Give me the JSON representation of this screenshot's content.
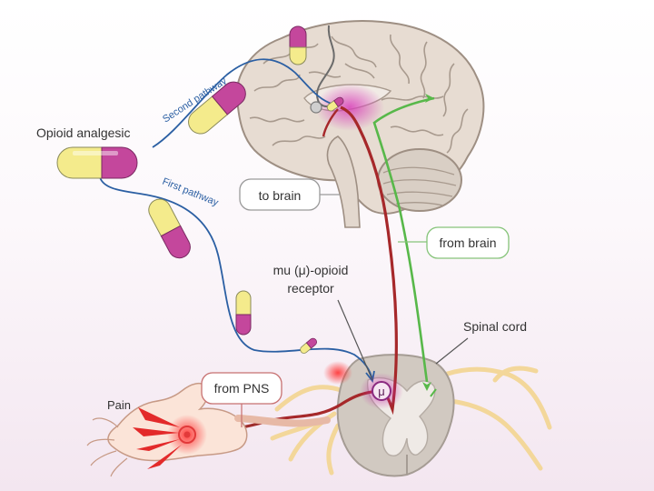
{
  "labels": {
    "opioid_analgesic": "Opioid analgesic",
    "second_pathway": "Second pathway",
    "first_pathway": "First pathway",
    "to_brain": "to brain",
    "from_brain": "from brain",
    "receptor_line1": "mu (μ)-opioid",
    "receptor_line2": "receptor",
    "receptor_symbol": "μ",
    "spinal_cord": "Spinal cord",
    "pain": "Pain",
    "from_pns": "from PNS"
  },
  "colors": {
    "pathway_blue": "#2b5fa3",
    "ascending_red": "#a6282a",
    "descending_green": "#58b84a",
    "box_border_grey": "#9a9a9a",
    "box_border_green": "#86c47a",
    "box_border_red": "#c77070",
    "capsule_yellow": "#f4eb8c",
    "capsule_magenta": "#c4479c",
    "brain_fill": "#e6dcd3",
    "cord_grey": "#cfc7bf",
    "nerve_yellow": "#f3d79a"
  }
}
